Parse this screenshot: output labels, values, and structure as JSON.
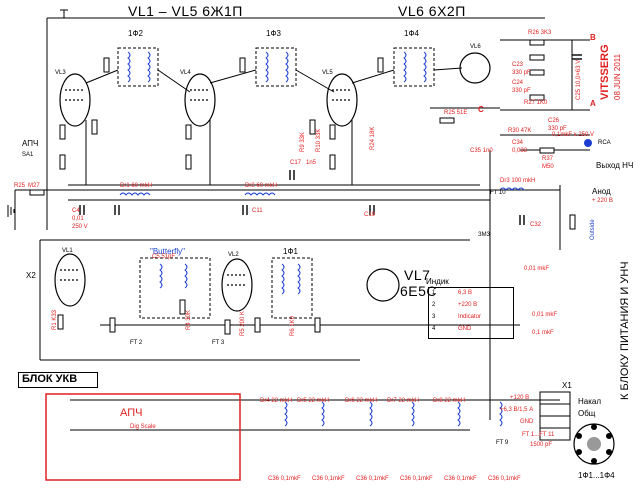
{
  "header": {
    "tubes_title": "VL1 – VL5 6Ж1П",
    "vl6_title": "VL6 6Х2П",
    "author": "VITSSERG",
    "date": "08 JUN 2011"
  },
  "if_labels": {
    "f2": "1Ф2",
    "f3": "1Ф3",
    "f4": "1Ф4",
    "f1": "1Ф1"
  },
  "tube_labels": [
    "VL1",
    "VL2",
    "VL3",
    "VL4",
    "VL5",
    "VL6"
  ],
  "vl7": {
    "name": "VL7",
    "type": "6Е5С"
  },
  "indicator": {
    "title": "Индик",
    "rows": [
      {
        "num": "1",
        "label": "6,3 В"
      },
      {
        "num": "2",
        "label": "+220 В"
      },
      {
        "num": "3",
        "label": "Indicator"
      },
      {
        "num": "4",
        "label": "GND"
      }
    ]
  },
  "apch_left": "АПЧ",
  "sa1": "SA1",
  "r25": "R25",
  "m27": "M27",
  "output": {
    "rca": "RCA",
    "label": "Выход НЧ"
  },
  "power_side": "К БЛОКУ ПИТАНИЯ И УНЧ",
  "anode": "Анод",
  "anode_v": "+ 220 В",
  "outside": "Outside",
  "ukv_block": "БЛОК УКВ",
  "apch_box": {
    "title": "АПЧ",
    "subtitle": "Dig Scale"
  },
  "butterfly": "\"Butterfly\"",
  "x1": {
    "name": "X1",
    "rows": [
      "+120 В",
      "+6,3 В/1,5 А",
      "GND"
    ],
    "side_top": "Накал",
    "side_bottom": "Общ"
  },
  "x2": "X2",
  "ft_label": "FT 1...FT 11",
  "ft_value": "1500 pF",
  "bottom_right": "1Ф1...1Ф4",
  "chokes": [
    "Dr1 60 mkH",
    "Dr2 60 mkH",
    "Dr3 100 mkH",
    "Dr4 22 mkH",
    "Dr5 22 mkH",
    "Dr6 22 mkH",
    "Dr7 22 mkH",
    "Dr8 22 mkH"
  ],
  "caps_bottom": [
    "C36 0,1mkF",
    "C36 0,1mkF",
    "C36 0,1mkF",
    "C36 0,1mkF",
    "C36 0,1mkF",
    "C36 0,1mkF"
  ],
  "misc_labels": {
    "c4": "C4",
    "c4v": "0,01",
    "c4u": "250 V",
    "c11": "C11",
    "c19": "C19",
    "c32": "C32",
    "c17": "C17",
    "c17v": "1n5",
    "zm3": "ЗМ3",
    "nf01": "0,01 mkF",
    "nf01b": "0,01 mkF",
    "nf1": "0,1 mkF",
    "c26": "C26",
    "c26v": "330 pF",
    "c35": "C35 1n0",
    "c34": "C34",
    "c34v": "0,033",
    "r37": "R37",
    "r37v": "M50",
    "r25b": "R25 51Е",
    "c25": "C25 10,0×63 V",
    "r26": "R26 3K3",
    "c23": "C23",
    "c23v": "330 pF",
    "c24": "C24",
    "c24v": "330 pF",
    "r27": "R27 1K0",
    "r30": "R30 47K",
    "r24": "R24 18K",
    "a_mark": "A",
    "b_mark": "B",
    "c_mark": "C",
    "c_cap": "0,1mkF x 250 V",
    "fta": "FT 2",
    "ftb": "FT 3",
    "ftc": "FT 10",
    "ftd": "FT 9",
    "r9": "R9 33К",
    "r10": "R10 33К",
    "r5": "R5 200 K",
    "r4": "R4 30K",
    "r1": "R1 K33",
    "r6": "R6 1K0",
    "c5": "C5 51pF"
  }
}
